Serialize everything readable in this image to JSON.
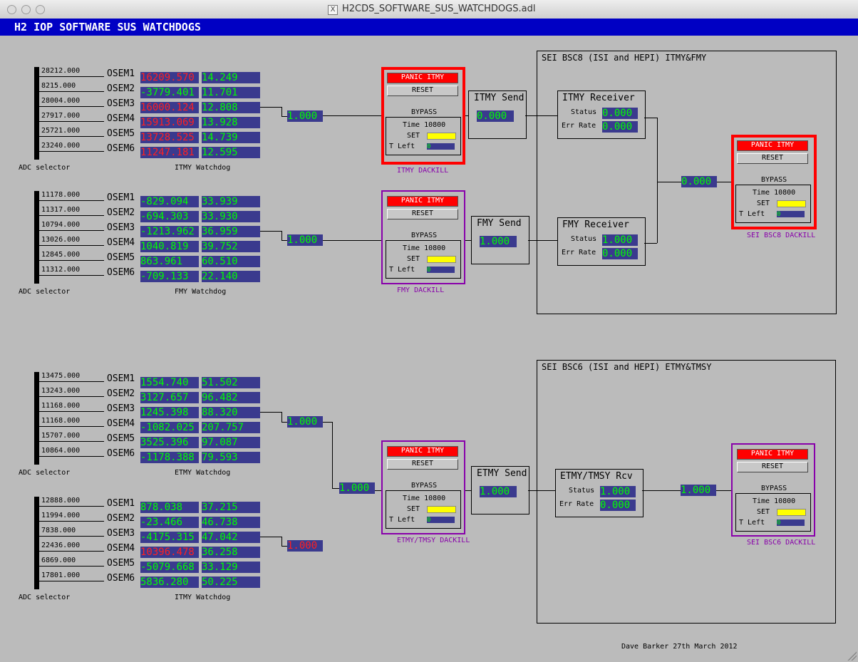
{
  "window": {
    "title": "H2CDS_SOFTWARE_SUS_WATCHDOGS.adl",
    "main_title": "H2 IOP SOFTWARE SUS WATCHDOGS",
    "author": "Dave Barker 27th March 2012"
  },
  "colors": {
    "background": "#bbbbbb",
    "title_band": "#0000c4",
    "field_bg": "#3a3a8e",
    "ok_text": "#00ff00",
    "alarm_text": "#ff0000",
    "panic": "#ff0000",
    "dackill_label": "#8800aa"
  },
  "groups": [
    {
      "adc": [
        "28212.000",
        "8215.000",
        "28004.000",
        "27917.000",
        "25721.000",
        "23240.000"
      ],
      "osem": [
        "OSEM1",
        "OSEM2",
        "OSEM3",
        "OSEM4",
        "OSEM5",
        "OSEM6"
      ],
      "v1": [
        "16209.570",
        "-3779.401",
        "16000.124",
        "15913.069",
        "13728.525",
        "11247.181"
      ],
      "v1_alarm": [
        true,
        false,
        true,
        true,
        true,
        true
      ],
      "v2": [
        "14.249",
        "11.701",
        "12.808",
        "13.928",
        "14.739",
        "12.595"
      ],
      "adc_label": "ADC selector",
      "wd_label": "ITMY Watchdog",
      "sum": "1.000"
    },
    {
      "adc": [
        "11178.000",
        "11317.000",
        "10794.000",
        "13026.000",
        "12845.000",
        "11312.000"
      ],
      "osem": [
        "OSEM1",
        "OSEM2",
        "OSEM3",
        "OSEM4",
        "OSEM5",
        "OSEM6"
      ],
      "v1": [
        "-829.094",
        "-694.303",
        "-1213.962",
        "1040.819",
        "863.961",
        "-709.133"
      ],
      "v1_alarm": [
        false,
        false,
        false,
        false,
        false,
        false
      ],
      "v2": [
        "33.939",
        "33.930",
        "36.959",
        "39.752",
        "60.510",
        "22.140"
      ],
      "adc_label": "ADC selector",
      "wd_label": "FMY Watchdog",
      "sum": "1.000"
    },
    {
      "adc": [
        "13475.000",
        "13243.000",
        "11168.000",
        "11168.000",
        "15707.000",
        "10864.000"
      ],
      "osem": [
        "OSEM1",
        "OSEM2",
        "OSEM3",
        "OSEM4",
        "OSEM5",
        "OSEM6"
      ],
      "v1": [
        "1554.740",
        "3127.657",
        "1245.398",
        "-1082.025",
        "3525.396",
        "-1178.388"
      ],
      "v1_alarm": [
        false,
        false,
        false,
        false,
        false,
        false
      ],
      "v2": [
        "51.502",
        "96.482",
        "88.320",
        "207.757",
        "97.087",
        "79.593"
      ],
      "adc_label": "ADC selector",
      "wd_label": "ETMY Watchdog",
      "sum": "1.000"
    },
    {
      "adc": [
        "12888.000",
        "11994.000",
        "7838.000",
        "22436.000",
        "6869.000",
        "17801.000"
      ],
      "osem": [
        "OSEM1",
        "OSEM2",
        "OSEM3",
        "OSEM4",
        "OSEM5",
        "OSEM6"
      ],
      "v1": [
        "878.038",
        "-23.466",
        "-4175.315",
        "10396.478",
        "-5079.668",
        "5836.280"
      ],
      "v1_alarm": [
        false,
        false,
        false,
        true,
        false,
        false
      ],
      "v2": [
        "37.215",
        "46.738",
        "47.042",
        "36.258",
        "33.129",
        "50.225"
      ],
      "adc_label": "ADC selector",
      "wd_label": "ITMY Watchdog",
      "sum": "1.000"
    }
  ],
  "merged_sum": "1.000",
  "dackills": [
    {
      "panic": "PANIC ITMY",
      "reset": "RESET",
      "bypass": "BYPASS",
      "time": "Time 10800",
      "set": "SET",
      "tleft": "T Left",
      "tleft_val": "0",
      "label": "ITMY DACKILL",
      "tripped": true
    },
    {
      "panic": "PANIC ITMY",
      "reset": "RESET",
      "bypass": "BYPASS",
      "time": "Time 10800",
      "set": "SET",
      "tleft": "T Left",
      "tleft_val": "0",
      "label": "FMY DACKILL",
      "tripped": false
    },
    {
      "panic": "PANIC ITMY",
      "reset": "RESET",
      "bypass": "BYPASS",
      "time": "Time 10800",
      "set": "SET",
      "tleft": "T Left",
      "tleft_val": "0",
      "label": "ETMY/TMSY DACKILL",
      "tripped": false
    },
    {
      "panic": "PANIC ITMY",
      "reset": "RESET",
      "bypass": "BYPASS",
      "time": "Time 10800",
      "set": "SET",
      "tleft": "T Left",
      "tleft_val": "0",
      "label": "SEI BSC8 DACKILL",
      "tripped": true
    },
    {
      "panic": "PANIC ITMY",
      "reset": "RESET",
      "bypass": "BYPASS",
      "time": "Time 10800",
      "set": "SET",
      "tleft": "T Left",
      "tleft_val": "0",
      "label": "SEI BSC6 DACKILL",
      "tripped": false
    }
  ],
  "senders": [
    {
      "title": "ITMY Send",
      "value": "0.000"
    },
    {
      "title": "FMY Send",
      "value": "1.000"
    },
    {
      "title": "ETMY Send",
      "value": "1.000"
    }
  ],
  "receivers": [
    {
      "title": "ITMY Receiver",
      "status_label": "Status",
      "status": "0.000",
      "err_label": "Err Rate",
      "err": "0.000"
    },
    {
      "title": "FMY Receiver",
      "status_label": "Status",
      "status": "1.000",
      "err_label": "Err Rate",
      "err": "0.000"
    },
    {
      "title": "ETMY/TMSY Rcv",
      "status_label": "Status",
      "status": "1.000",
      "err_label": "Err Rate",
      "err": "0.000"
    }
  ],
  "sei": [
    {
      "title": "SEI BSC8 (ISI and HEPI) ITMY&FMY",
      "combined": "0.000"
    },
    {
      "title": "SEI BSC6 (ISI and HEPI) ETMY&TMSY",
      "combined": "1.000"
    }
  ]
}
